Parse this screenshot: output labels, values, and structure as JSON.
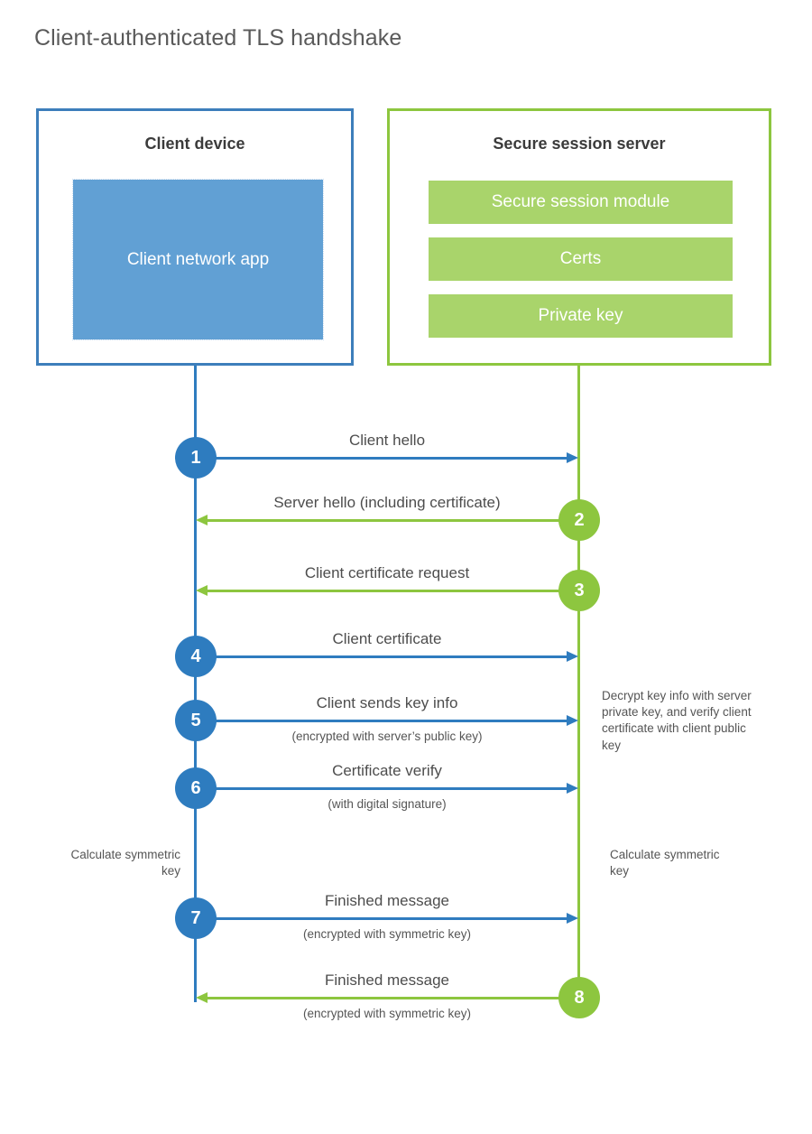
{
  "title": "Client-authenticated TLS handshake",
  "actors": {
    "client": {
      "title": "Client device",
      "app_label": "Client network app"
    },
    "server": {
      "title": "Secure session server",
      "modules": [
        {
          "label": "Secure session module"
        },
        {
          "label": "Certs"
        },
        {
          "label": "Private key"
        }
      ]
    }
  },
  "steps": [
    {
      "num": "1",
      "label": "Client hello",
      "sub": "",
      "direction": "client-to-server"
    },
    {
      "num": "2",
      "label": "Server hello (including certificate)",
      "sub": "",
      "direction": "server-to-client"
    },
    {
      "num": "3",
      "label": "Client certificate request",
      "sub": "",
      "direction": "server-to-client"
    },
    {
      "num": "4",
      "label": "Client certificate",
      "sub": "",
      "direction": "client-to-server"
    },
    {
      "num": "5",
      "label": "Client sends key info",
      "sub": "(encrypted with server’s public key)",
      "direction": "client-to-server"
    },
    {
      "num": "6",
      "label": "Certificate verify",
      "sub": "(with digital signature)",
      "direction": "client-to-server"
    },
    {
      "num": "7",
      "label": "Finished message",
      "sub": "(encrypted with symmetric key)",
      "direction": "client-to-server"
    },
    {
      "num": "8",
      "label": "Finished message",
      "sub": "(encrypted with symmetric key)",
      "direction": "server-to-client"
    }
  ],
  "annotations": {
    "server_decrypt": "Decrypt key info with server private key, and verify client certificate with client public key",
    "client_calculate": "Calculate symmetric key",
    "server_calculate": "Calculate symmetric key"
  },
  "colors": {
    "client_blue": "#2e7cbf",
    "client_box_border": "#3d7ebb",
    "client_app_fill": "#61a0d4",
    "server_green": "#8dc63f",
    "server_module_fill": "#a9d46b",
    "text": "#4d4d4d",
    "title_text": "#5a5a5a",
    "background": "#ffffff"
  }
}
